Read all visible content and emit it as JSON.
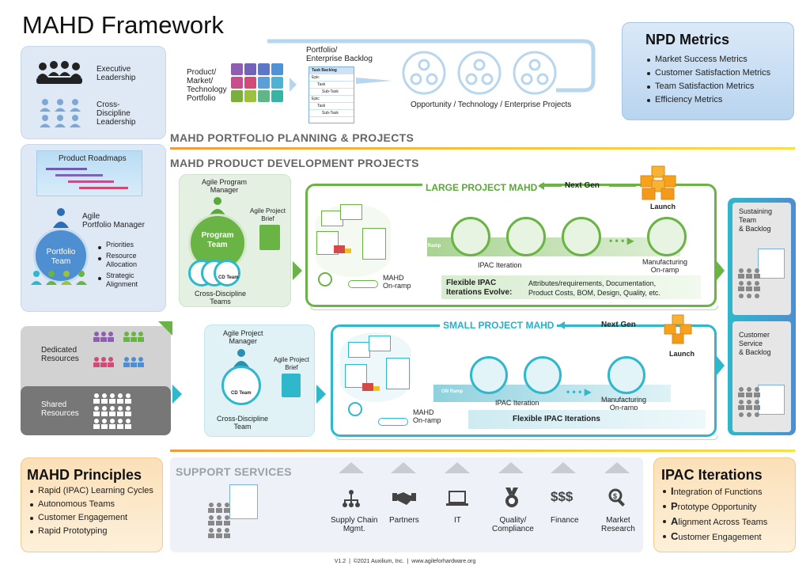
{
  "title": "MAHD Framework",
  "leadership": {
    "exec": "Executive\nLeadership",
    "cross": "Cross-\nDiscipline\nLeadership"
  },
  "portfolio": {
    "product_label": "Product/\nMarket/\nTechnology\nPortfolio",
    "backlog_title": "Portfolio/\nEnterprise Backlog",
    "backlog_items": [
      "Task Backlog",
      "Epic",
      "Task",
      "Sub-Task",
      "Epic",
      "Task",
      "Sub-Task"
    ],
    "projects_label": "Opportunity / Technology / Enterprise Projects",
    "section_title": "MAHD PORTFOLIO PLANNING & PROJECTS"
  },
  "npd": {
    "title": "NPD Metrics",
    "items": [
      "Market Success Metrics",
      "Customer Satisfaction Metrics",
      "Team Satisfaction Metrics",
      "Efficiency Metrics"
    ]
  },
  "left": {
    "roadmaps": "Product Roadmaps",
    "manager": "Agile\nPortfolio Manager",
    "team": "Portfolio\nTeam",
    "items": [
      "Priorities",
      "Resource\nAllocation",
      "Strategic\nAlignment"
    ],
    "dedicated": "Dedicated\nResources",
    "shared": "Shared\nResources"
  },
  "product_dev": {
    "section_title": "MAHD PRODUCT DEVELOPMENT PROJECTS",
    "large": {
      "pm": "Agile Program\nManager",
      "brief": "Agile Project\nBrief",
      "team": "Program\nTeam",
      "cdteams": "Cross-Discipline\nTeams",
      "title": "LARGE PROJECT MAHD",
      "next_gen": "Next Gen",
      "launch": "Launch",
      "onramp": "MAHD\nOn-ramp",
      "ipac": "IPAC Iteration",
      "mfg": "Manufacturing\nOn-ramp",
      "flex": "Flexible IPAC\nIterations Evolve:",
      "flex_detail": "Attributes/requirements, Documentation,\nProduct Costs, BOM, Design, Quality, etc.",
      "cd_team": "CD Team",
      "on_ramp_tag": "ON Ramp"
    },
    "small": {
      "pm": "Agile Project\nManager",
      "brief": "Agile Project\nBrief",
      "cd_team": "CD Team",
      "team": "Cross-Discipline\nTeam",
      "title": "SMALL PROJECT MAHD",
      "next_gen": "Next Gen",
      "launch": "Launch",
      "onramp": "MAHD\nOn-ramp",
      "ipac": "IPAC Iteration",
      "mfg": "Manufacturing\nOn-ramp",
      "flex": "Flexible IPAC Iterations",
      "on_ramp_tag": "ON Ramp"
    }
  },
  "right": {
    "sustaining": "Sustaining\nTeam\n& Backlog",
    "customer": "Customer\nService\n& Backlog"
  },
  "principles": {
    "title": "MAHD Principles",
    "items": [
      "Rapid (IPAC) Learning Cycles",
      "Autonomous Teams",
      "Customer Engagement",
      "Rapid Prototyping"
    ]
  },
  "support": {
    "title": "SUPPORT SERVICES",
    "items": [
      {
        "label": "Supply Chain\nMgmt.",
        "icon": "network-icon"
      },
      {
        "label": "Partners",
        "icon": "handshake-icon"
      },
      {
        "label": "IT",
        "icon": "laptop-icon"
      },
      {
        "label": "Quality/\nCompliance",
        "icon": "medal-icon"
      },
      {
        "label": "Finance",
        "icon": "dollar-icon",
        "glyph": "$$$"
      },
      {
        "label": "Market\nResearch",
        "icon": "magnifier-icon"
      }
    ]
  },
  "ipac": {
    "title": "IPAC Iterations",
    "items": [
      {
        "first": "I",
        "rest": "ntegration of Functions"
      },
      {
        "first": "P",
        "rest": "rototype Opportunity"
      },
      {
        "first": "A",
        "rest": "lignment Across Teams"
      },
      {
        "first": "C",
        "rest": "ustomer Engagement"
      }
    ]
  },
  "footer": "V1.2  |  ©2021 Auxilium, Inc.  |  www.agileforhardware.org",
  "colors": {
    "green": "#6ab345",
    "teal": "#2fb7cc",
    "blue": "#4d8fd0",
    "orange": "#f39a3b",
    "grey": "#8a8a8a"
  }
}
